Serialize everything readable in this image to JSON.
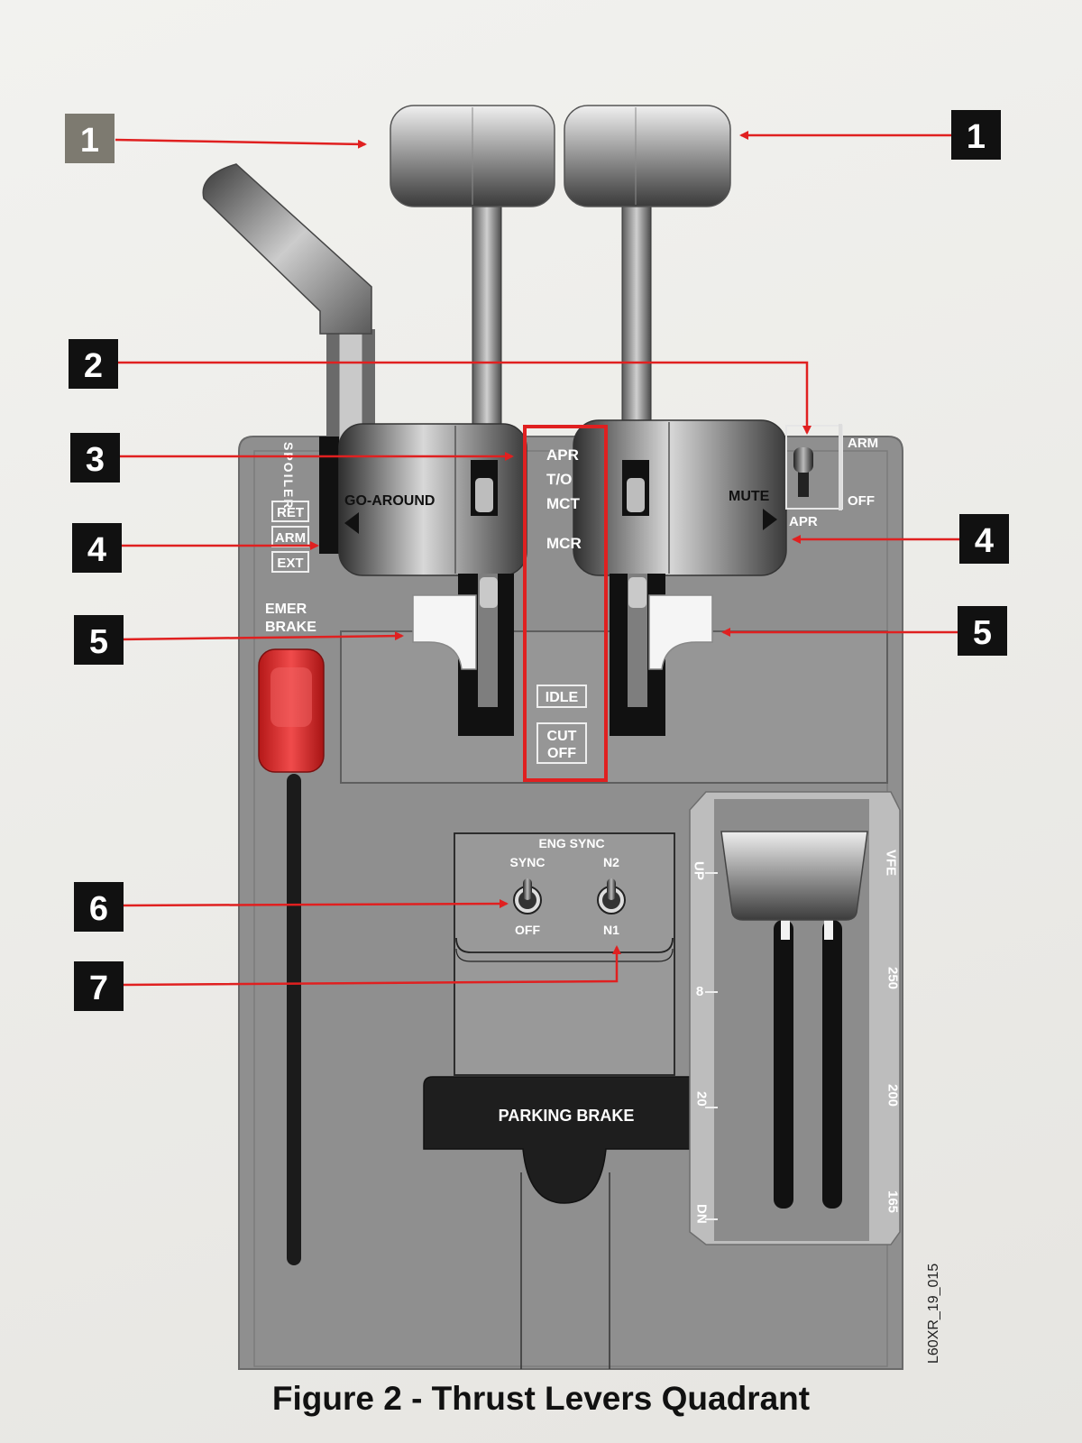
{
  "figure": {
    "caption": "Figure 2 - Thrust Levers Quadrant",
    "drawing_id": "L60XR_19_015"
  },
  "callouts": [
    "1",
    "1",
    "2",
    "3",
    "4",
    "4",
    "5",
    "5",
    "6",
    "7"
  ],
  "labels": {
    "spoiler_title": "SPOILER",
    "spoiler_ret": "RET",
    "spoiler_arm": "ARM",
    "spoiler_ext": "EXT",
    "go_around": "GO-AROUND",
    "mute": "MUTE",
    "apr": "APR",
    "apr_arm": "ARM",
    "apr_off": "OFF",
    "detent_apr": "APR",
    "detent_tc": "T/O",
    "detent_mct": "MCT",
    "detent_mcr": "MCR",
    "idle": "IDLE",
    "cutoff_1": "CUT",
    "cutoff_2": "OFF",
    "emer_brake_1": "EMER",
    "emer_brake_2": "BRAKE",
    "eng_sync": "ENG SYNC",
    "sync": "SYNC",
    "n2": "N2",
    "off": "OFF",
    "n1": "N1",
    "parking_brake": "PARKING BRAKE",
    "flap_up": "UP",
    "flap_8": "8",
    "flap_20": "20",
    "flap_dn": "DN",
    "flap_vfe": "VFE",
    "flap_250": "250",
    "flap_200": "200",
    "flap_165": "165"
  },
  "colors": {
    "panel": "#8f8f8f",
    "annotation": "#e02020",
    "emergency_handle": "#e32b2b",
    "callout_box": "#111111"
  }
}
